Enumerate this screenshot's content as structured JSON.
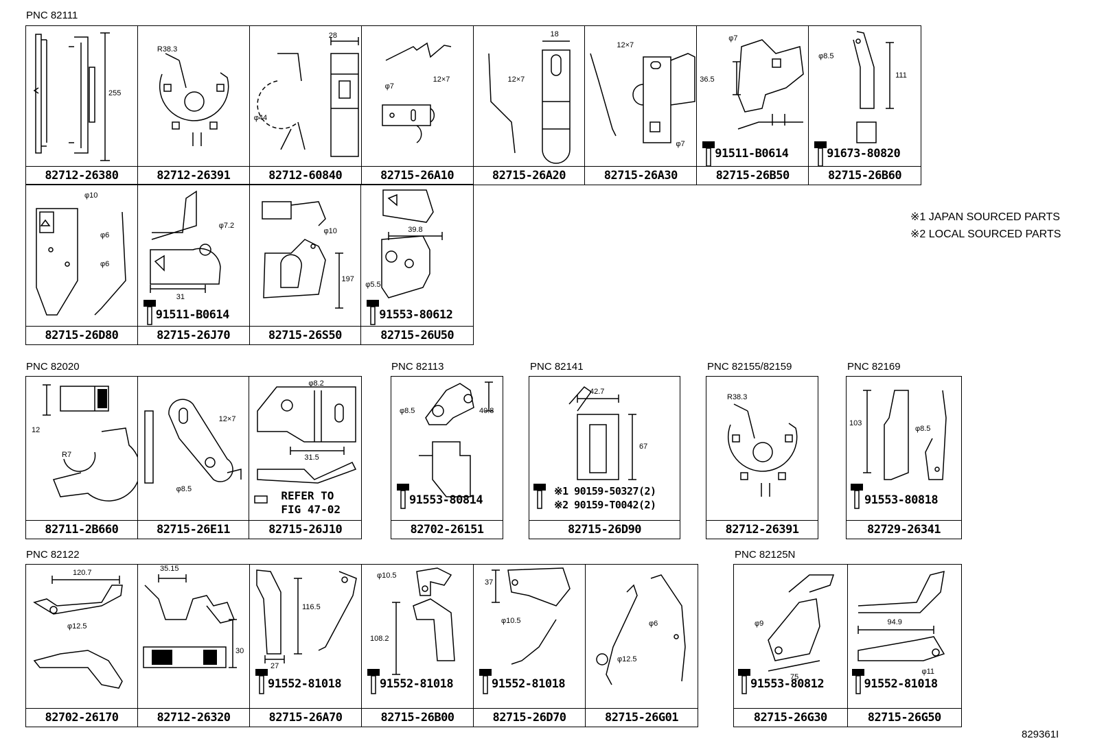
{
  "groups": {
    "g82111": {
      "label": "PNC 82111"
    },
    "g82020": {
      "label": "PNC 82020"
    },
    "g82113": {
      "label": "PNC 82113"
    },
    "g82141": {
      "label": "PNC 82141"
    },
    "g82155": {
      "label": "PNC 82155/82159"
    },
    "g82169": {
      "label": "PNC 82169"
    },
    "g82122": {
      "label": "PNC 82122"
    },
    "g82125": {
      "label": "PNC 82125N"
    }
  },
  "parts": {
    "p1": {
      "number": "82712-26380",
      "dims": [
        "255"
      ]
    },
    "p2": {
      "number": "82712-26391",
      "dims": [
        "R38.3"
      ]
    },
    "p3": {
      "number": "82712-60840",
      "dims": [
        "28",
        "φ44"
      ]
    },
    "p4": {
      "number": "82715-26A10",
      "dims": [
        "φ7",
        "12×7"
      ]
    },
    "p5": {
      "number": "82715-26A20",
      "dims": [
        "18",
        "12×7"
      ]
    },
    "p6": {
      "number": "82715-26A30",
      "dims": [
        "12×7",
        "φ7"
      ]
    },
    "p7": {
      "number": "82715-26B50",
      "dims": [
        "φ7",
        "36.5"
      ],
      "bolt": "91511-B0614"
    },
    "p8": {
      "number": "82715-26B60",
      "dims": [
        "φ8.5",
        "111"
      ],
      "bolt": "91673-80820"
    },
    "p9": {
      "number": "82715-26D80",
      "dims": [
        "φ10",
        "φ6",
        "φ6"
      ]
    },
    "p10": {
      "number": "82715-26J70",
      "dims": [
        "φ7.2",
        "31"
      ],
      "bolt": "91511-B0614"
    },
    "p11": {
      "number": "82715-26S50",
      "dims": [
        "φ10",
        "197"
      ]
    },
    "p12": {
      "number": "82715-26U50",
      "dims": [
        "39.8",
        "φ5.5"
      ],
      "bolt": "91553-80612"
    },
    "p13": {
      "number": "82711-2B660",
      "dims": [
        "12",
        "R7"
      ]
    },
    "p14": {
      "number": "82715-26E11",
      "dims": [
        "12×7",
        "φ8.5"
      ]
    },
    "p15": {
      "number": "82715-26J10",
      "dims": [
        "φ8.2",
        "31.5"
      ],
      "ref": [
        "REFER TO",
        "FIG 47-02"
      ]
    },
    "p16": {
      "number": "82702-26151",
      "dims": [
        "φ8.5",
        "40.8"
      ],
      "bolt": "91553-80814"
    },
    "p17": {
      "number": "82715-26D90",
      "dims": [
        "42.7",
        "67"
      ],
      "bolt_lines": [
        "※1 90159-50327(2)",
        "※2 90159-T0042(2)"
      ]
    },
    "p18": {
      "number": "82712-26391",
      "dims": [
        "R38.3"
      ]
    },
    "p19": {
      "number": "82729-26341",
      "dims": [
        "103",
        "φ8.5"
      ],
      "bolt": "91553-80818"
    },
    "p20": {
      "number": "82702-26170",
      "dims": [
        "120.7",
        "φ12.5"
      ]
    },
    "p21": {
      "number": "82712-26320",
      "dims": [
        "35.15",
        "30"
      ]
    },
    "p22": {
      "number": "82715-26A70",
      "dims": [
        "116.5",
        "27"
      ],
      "bolt": "91552-81018"
    },
    "p23": {
      "number": "82715-26B00",
      "dims": [
        "φ10.5",
        "108.2"
      ],
      "bolt": "91552-81018"
    },
    "p24": {
      "number": "82715-26D70",
      "dims": [
        "37",
        "φ10.5"
      ],
      "bolt": "91552-81018"
    },
    "p25": {
      "number": "82715-26G01",
      "dims": [
        "φ6",
        "φ12.5"
      ]
    },
    "p26": {
      "number": "82715-26G30",
      "dims": [
        "φ9",
        "75"
      ],
      "bolt": "91553-80812"
    },
    "p27": {
      "number": "82715-26G50",
      "dims": [
        "94.9",
        "φ11"
      ],
      "bolt": "91552-81018"
    }
  },
  "notes": [
    "※1 JAPAN SOURCED PARTS",
    "※2 LOCAL SOURCED PARTS"
  ],
  "figure_id": "829361I"
}
